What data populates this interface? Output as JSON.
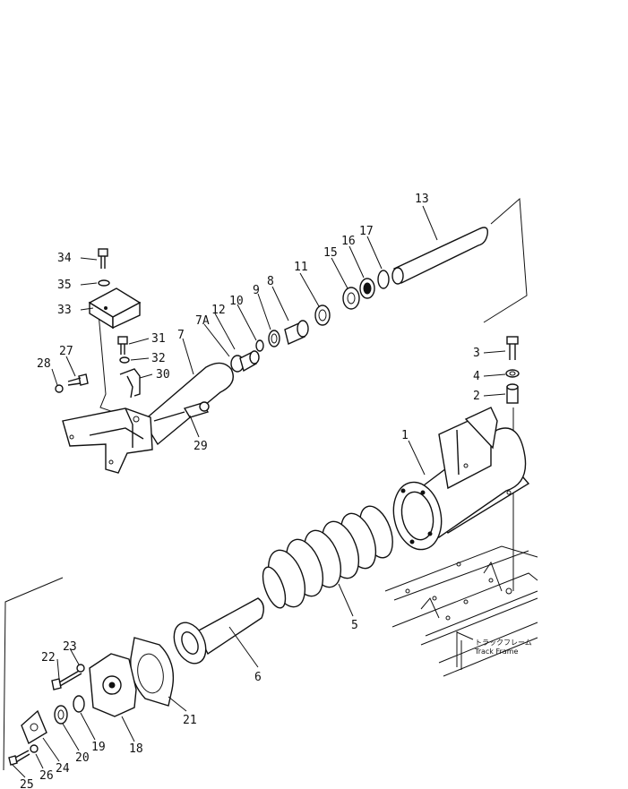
{
  "callouts": [
    {
      "id": "13",
      "text": "13"
    },
    {
      "id": "17",
      "text": "17"
    },
    {
      "id": "16",
      "text": "16"
    },
    {
      "id": "15",
      "text": "15"
    },
    {
      "id": "11",
      "text": "11"
    },
    {
      "id": "8",
      "text": "8"
    },
    {
      "id": "9",
      "text": "9"
    },
    {
      "id": "10",
      "text": "10"
    },
    {
      "id": "12",
      "text": "12"
    },
    {
      "id": "7A",
      "text": "7A"
    },
    {
      "id": "7",
      "text": "7"
    },
    {
      "id": "34",
      "text": "34"
    },
    {
      "id": "35",
      "text": "35"
    },
    {
      "id": "33",
      "text": "33"
    },
    {
      "id": "31",
      "text": "31"
    },
    {
      "id": "32",
      "text": "32"
    },
    {
      "id": "30",
      "text": "30"
    },
    {
      "id": "27",
      "text": "27"
    },
    {
      "id": "28",
      "text": "28"
    },
    {
      "id": "29",
      "text": "29"
    },
    {
      "id": "3",
      "text": "3"
    },
    {
      "id": "4",
      "text": "4"
    },
    {
      "id": "2",
      "text": "2"
    },
    {
      "id": "1",
      "text": "1"
    },
    {
      "id": "5",
      "text": "5"
    },
    {
      "id": "6",
      "text": "6"
    },
    {
      "id": "21",
      "text": "21"
    },
    {
      "id": "23",
      "text": "23"
    },
    {
      "id": "22",
      "text": "22"
    },
    {
      "id": "18",
      "text": "18"
    },
    {
      "id": "19",
      "text": "19"
    },
    {
      "id": "20",
      "text": "20"
    },
    {
      "id": "24",
      "text": "24"
    },
    {
      "id": "26",
      "text": "26"
    },
    {
      "id": "25",
      "text": "25"
    }
  ],
  "track_frame_label_jp": "トラックフレーム",
  "track_frame_label_en": "Track Frame"
}
